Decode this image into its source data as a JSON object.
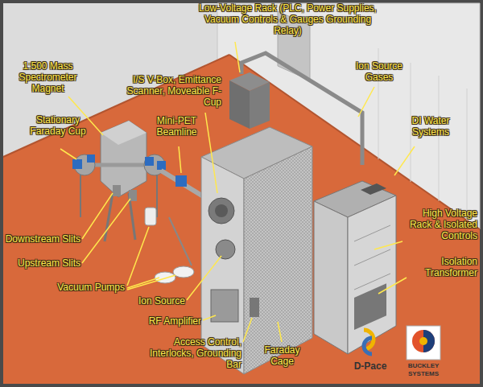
{
  "diagram": {
    "labels": [
      "Low-Voltage Rack (PLC, Power Supplies, Vacuum Controls & Gauges Grounding Relay)",
      "1:500 Mass Spectrometer Magnet",
      "I/S V-Box, Emittance Scanner, Moveable F-Cup",
      "Ion Source Gases",
      "Stationary Faraday Cup",
      "Mini-PET Beamline",
      "DI Water Systems",
      "High Voltage Rack & Isolated Controls",
      "Isolation Transformer",
      "Downstream Slits",
      "Upstream Slits",
      "Vacuum Pumps",
      "Ion Source",
      "RF Amplifier",
      "Access Control, Interlocks, Grounding Bar",
      "Faraday Cage",
      "D-Pace",
      "BUCKLEY SYSTEMS"
    ]
  }
}
